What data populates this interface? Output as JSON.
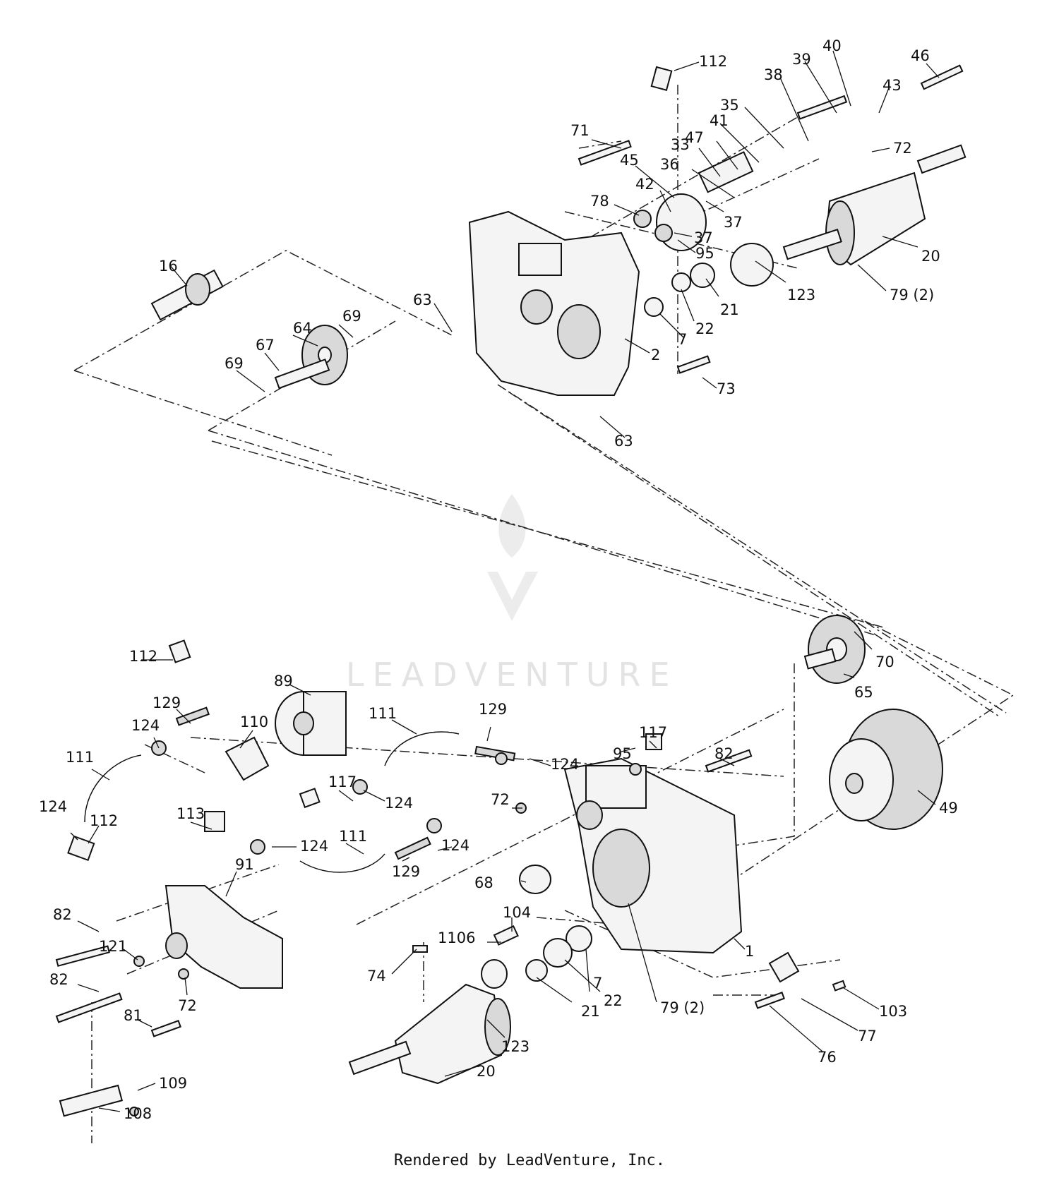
{
  "watermark": {
    "text": "LEADVENTURE"
  },
  "footer": {
    "text": "Rendered by LeadVenture, Inc."
  },
  "callouts": [
    "112",
    "46",
    "40",
    "39",
    "38",
    "43",
    "35",
    "41",
    "47",
    "33",
    "71",
    "72",
    "45",
    "36",
    "78",
    "42",
    "37",
    "37",
    "95",
    "20",
    "123",
    "21",
    "79 (2)",
    "22",
    "16",
    "63",
    "69",
    "64",
    "7",
    "67",
    "69",
    "2",
    "73",
    "63",
    "112",
    "89",
    "129",
    "124",
    "110",
    "111",
    "129",
    "117",
    "95",
    "82",
    "111",
    "124",
    "117",
    "124",
    "72",
    "124",
    "112",
    "113",
    "124",
    "111",
    "124",
    "129",
    "91",
    "68",
    "82",
    "104",
    "1106",
    "121",
    "74",
    "72",
    "82",
    "81",
    "123",
    "21",
    "22",
    "7",
    "79 (2)",
    "20",
    "109",
    "108",
    "1",
    "103",
    "77",
    "76",
    "70",
    "65",
    "49"
  ]
}
